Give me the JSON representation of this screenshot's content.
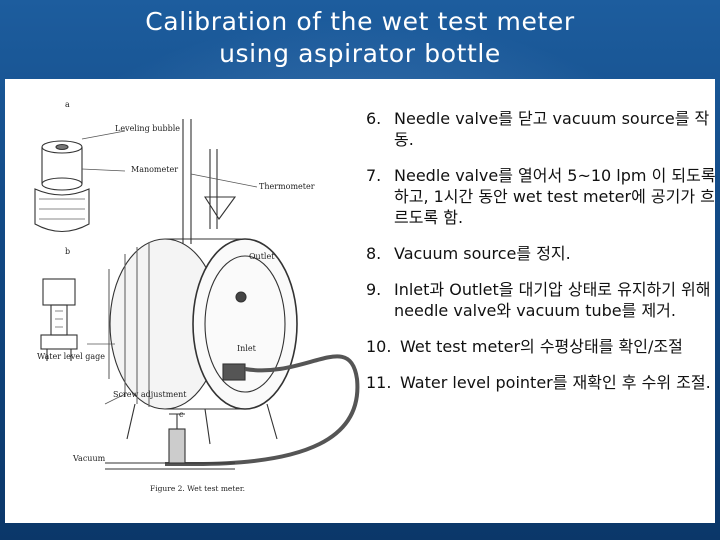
{
  "slide": {
    "title_line1": "Calibration of the wet test meter",
    "title_line2": "using aspirator bottle",
    "figure_caption": "Figure 2. Wet test meter.",
    "figure_labels": {
      "a": "a",
      "b": "b",
      "c": "c",
      "leveling_bubble": "Leveling bubble",
      "manometer": "Manometer",
      "thermometer": "Thermometer",
      "outlet": "Outlet",
      "inlet": "Inlet",
      "water_level_gage": "Water level gage",
      "screw_adjustment": "Screw adjustment",
      "vacuum": "Vacuum"
    },
    "steps": [
      {
        "num": "6.",
        "text": "Needle valve를 닫고 vacuum source를 작동."
      },
      {
        "num": "7.",
        "text": "Needle valve를 열어서 5~10 lpm 이 되도록 하고, 1시간 동안 wet test meter에 공기가 흐르도록 함."
      },
      {
        "num": "8.",
        "text": "Vacuum source를 정지."
      },
      {
        "num": "9.",
        "text": "Inlet과 Outlet을 대기압 상태로 유지하기 위해 needle valve와 vacuum tube를 제거."
      },
      {
        "num": "10.",
        "text": "Wet test meter의 수평상태를 확인/조절"
      },
      {
        "num": "11.",
        "text": "Water level pointer를 재확인 후 수위 조절."
      }
    ]
  },
  "colors": {
    "background": "#124a86",
    "panel": "#ffffff",
    "title_text": "#ffffff",
    "body_text": "#111111"
  }
}
